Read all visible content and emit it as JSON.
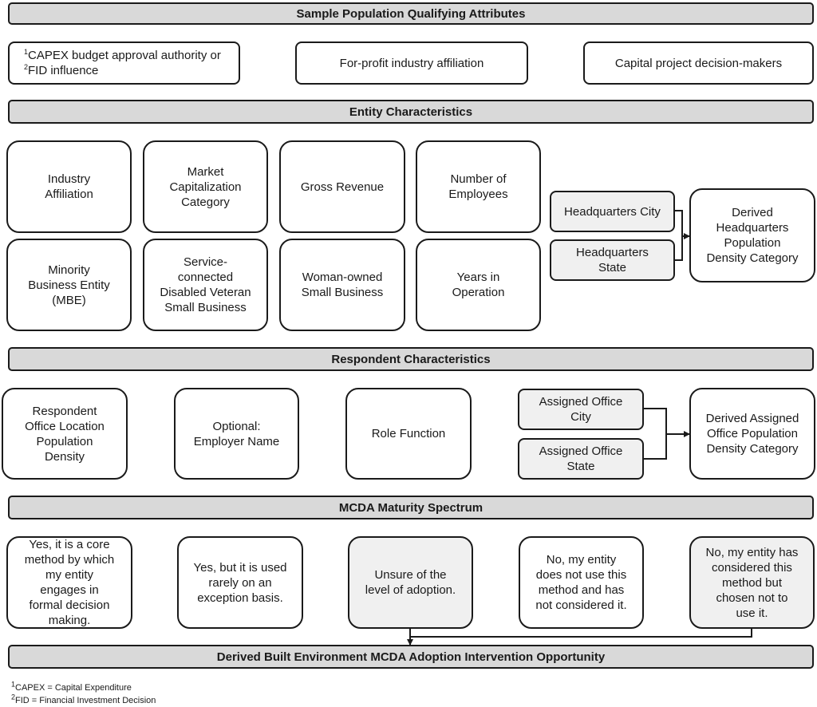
{
  "sections": {
    "qualifying": "Sample Population Qualifying Attributes",
    "entity": "Entity Characteristics",
    "respondent": "Respondent Characteristics",
    "maturity": "MCDA Maturity Spectrum",
    "outcome": "Derived Built Environment MCDA Adoption Intervention Opportunity"
  },
  "qualifying": {
    "sup1": "1",
    "capex_line1": "CAPEX budget approval authority or",
    "sup2": "2",
    "capex_line2": "FID influence",
    "forprofit": "For-profit industry affiliation",
    "decision_makers": "Capital project decision-makers"
  },
  "entity": {
    "industry": "Industry\nAffiliation",
    "market_cap": "Market\nCapitalization\nCategory",
    "gross_revenue": "Gross Revenue",
    "employees": "Number of\nEmployees",
    "mbe": "Minority\nBusiness Entity\n(MBE)",
    "sdvosb": "Service-\nconnected\nDisabled Veteran\nSmall Business",
    "woman_owned": "Woman-owned\nSmall Business",
    "years": "Years in\nOperation",
    "hq_city": "Headquarters City",
    "hq_state": "Headquarters\nState",
    "hq_density": "Derived\nHeadquarters\nPopulation\nDensity Category"
  },
  "respondent": {
    "office_density": "Respondent\nOffice Location\nPopulation\nDensity",
    "employer": "Optional:\nEmployer Name",
    "role": "Role Function",
    "office_city": "Assigned Office\nCity",
    "office_state": "Assigned Office\nState",
    "office_derived": "Derived Assigned\nOffice Population\nDensity Category"
  },
  "maturity": {
    "core": "Yes, it is a core\nmethod by which\nmy entity\nengages in\nformal decision\nmaking.",
    "rare": "Yes, but it is used\nrarely on an\nexception basis.",
    "unsure": "Unsure of the\nlevel of adoption.",
    "not_considered": "No, my entity\ndoes not use this\nmethod and has\nnot considered it.",
    "chosen_not": "No, my entity has\nconsidered this\nmethod but\nchosen not to\nuse it."
  },
  "footnotes": {
    "sup1": "1",
    "note1": "CAPEX = Capital Expenditure",
    "sup2": "2",
    "note2": "FID = Financial Investment Decision"
  }
}
